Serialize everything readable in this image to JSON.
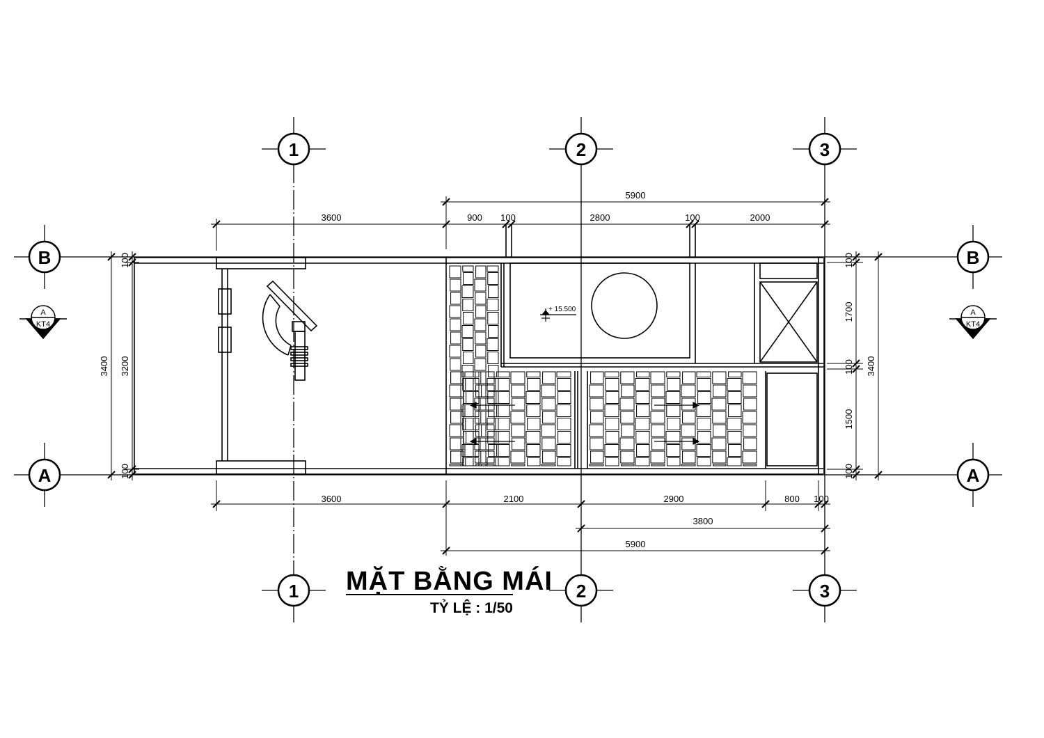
{
  "grid": {
    "cols": [
      "1",
      "2",
      "3"
    ],
    "rows": [
      "B",
      "A"
    ]
  },
  "section_marker": {
    "letter": "A",
    "sheet": "KT4"
  },
  "level_mark": "+ 15.500",
  "dims_top": {
    "overall": "5900",
    "left_bay": "3600",
    "d900": "900",
    "d100a": "100",
    "d2800": "2800",
    "d100b": "100",
    "d2000": "2000"
  },
  "dims_bottom": {
    "left_bay": "3600",
    "d2100": "2100",
    "d2900": "2900",
    "d800": "800",
    "d100": "100",
    "d3800": "3800",
    "overall": "5900"
  },
  "dims_left": {
    "overall": "3400",
    "inner": "3200",
    "top": "100",
    "bottom": "100"
  },
  "dims_right": {
    "top": "100",
    "d1700": "1700",
    "mid": "100",
    "d1500": "1500",
    "bottom": "100",
    "overall": "3400"
  },
  "title": "MẶT BẰNG MÁI",
  "scale": "TỶ LỆ : 1/50"
}
